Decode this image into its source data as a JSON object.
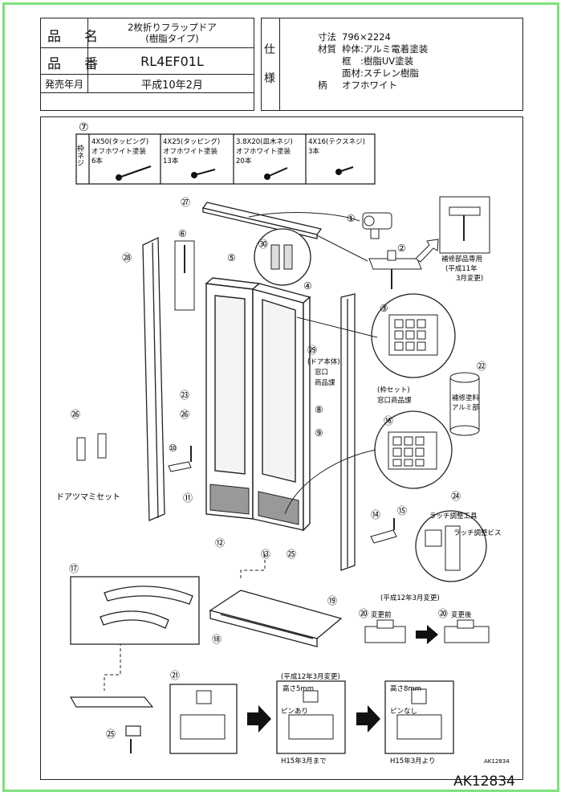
{
  "header": {
    "name_label": "品　名",
    "name_value_line1": "2枚折りフラップドア",
    "name_value_line2": "(樹脂タイプ)",
    "number_label": "品　番",
    "number_value": "RL4EF01L",
    "release_label": "発売年月",
    "release_value": "平成10年2月",
    "spec_label_1": "仕",
    "spec_label_2": "様",
    "specs": [
      {
        "k": "寸法",
        "v": "796×2224"
      },
      {
        "k": "材質",
        "v": "枠体:アルミ電着塗装"
      },
      {
        "k": "",
        "v": "框　:樹脂UV塗装"
      },
      {
        "k": "",
        "v": "面材:スチレン樹脂"
      },
      {
        "k": "柄",
        "v": "オフホワイト"
      }
    ]
  },
  "screws": {
    "number": "⑦",
    "side_label": "枠ネジ",
    "items": [
      {
        "line1": "4X50(タッピング)",
        "line2": "オフホワイト塗装",
        "line3": "6本"
      },
      {
        "line1": "4X25(タッピング)",
        "line2": "オフホワイト塗装",
        "line3": "13本"
      },
      {
        "line1": "3.8X20(皿木ネジ)",
        "line2": "オフホワイト塗装",
        "line3": "20本"
      },
      {
        "line1": "4X16(テクスネジ)",
        "line2": "3本",
        "line3": ""
      }
    ]
  },
  "parts": {
    "repair_note_1": "補修部品専用",
    "repair_note_2": "(平成11年",
    "repair_note_3": "3月変更)",
    "door_body_1": "(ドア本体)",
    "door_body_2": "窓口",
    "door_body_3": "商品課",
    "frame_set_1": "(枠セット)",
    "frame_set_2": "窓口商品課",
    "paint_1": "補修塗料",
    "paint_2": "アルミ部",
    "knob_set": "ドアツマミセット",
    "latch_tool": "ラッチ調整工具",
    "latch_screw": "ラッチ調整ビス",
    "change_h12": "(平成12年3月変更)",
    "before": "変更前",
    "after": "変更後",
    "change_h12b": "(平成12年3月変更)",
    "height1": "高さ5mm",
    "height2": "高さ8mm",
    "pin_yes": "ピンあり",
    "pin_no": "ピンなし",
    "until_h15": "H15年3月まで",
    "from_h15": "H15年3月より",
    "small_code": "AK12834"
  },
  "numbers": [
    "①",
    "②",
    "③",
    "④",
    "⑤",
    "⑥",
    "⑧",
    "⑨",
    "⑩",
    "⑪",
    "⑫",
    "⑬",
    "⑭",
    "⑮",
    "⑯",
    "⑰",
    "⑱",
    "⑲",
    "⑳",
    "㉑",
    "㉒",
    "㉓",
    "㉔",
    "㉕",
    "㉖",
    "㉗",
    "㉘",
    "㉙",
    "㉚"
  ],
  "footer_code": "AK12834"
}
